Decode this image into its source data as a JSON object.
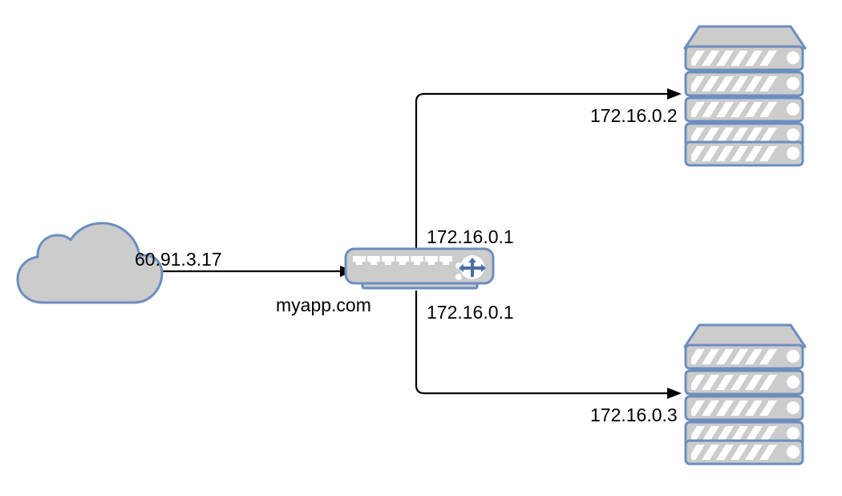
{
  "diagram": {
    "title": "Load balanced web application network topology",
    "background_color": "#ffffff",
    "shape_fill_color": "#cccccc",
    "shape_stroke_color": "#6c8ebf",
    "line_color": "#000000",
    "text_color": "#000000",
    "nodes": [
      {
        "id": "internet-cloud",
        "type": "cloud",
        "icon": "cloud-icon",
        "label": ""
      },
      {
        "id": "load-balancer",
        "type": "switch",
        "icon": "network-switch-icon",
        "label": "myapp.com",
        "port_count": 8,
        "led_count": 2,
        "badge_icon": "network-hub-icon"
      },
      {
        "id": "server-top",
        "type": "server-rack",
        "icon": "server-rack-icon",
        "label": "172.16.0.2",
        "unit_count": 5
      },
      {
        "id": "server-bottom",
        "type": "server-rack",
        "icon": "server-rack-icon",
        "label": "172.16.0.3",
        "unit_count": 5
      }
    ],
    "edges": [
      {
        "id": "edge-cloud-to-lb",
        "from": "internet-cloud",
        "to": "load-balancer",
        "label": "60.91.3.17",
        "arrow": "to"
      },
      {
        "id": "edge-lb-to-server-top",
        "from": "load-balancer",
        "to": "server-top",
        "label": "172.16.0.1",
        "arrow": "to"
      },
      {
        "id": "edge-lb-to-server-bottom",
        "from": "load-balancer",
        "to": "server-bottom",
        "label": "172.16.0.1",
        "arrow": "to"
      }
    ],
    "labels": {
      "wan_ip": "60.91.3.17",
      "lb_hostname": "myapp.com",
      "lb_lan_ip_upper": "172.16.0.1",
      "lb_lan_ip_lower": "172.16.0.1",
      "server_top_ip": "172.16.0.2",
      "server_bottom_ip": "172.16.0.3"
    }
  }
}
